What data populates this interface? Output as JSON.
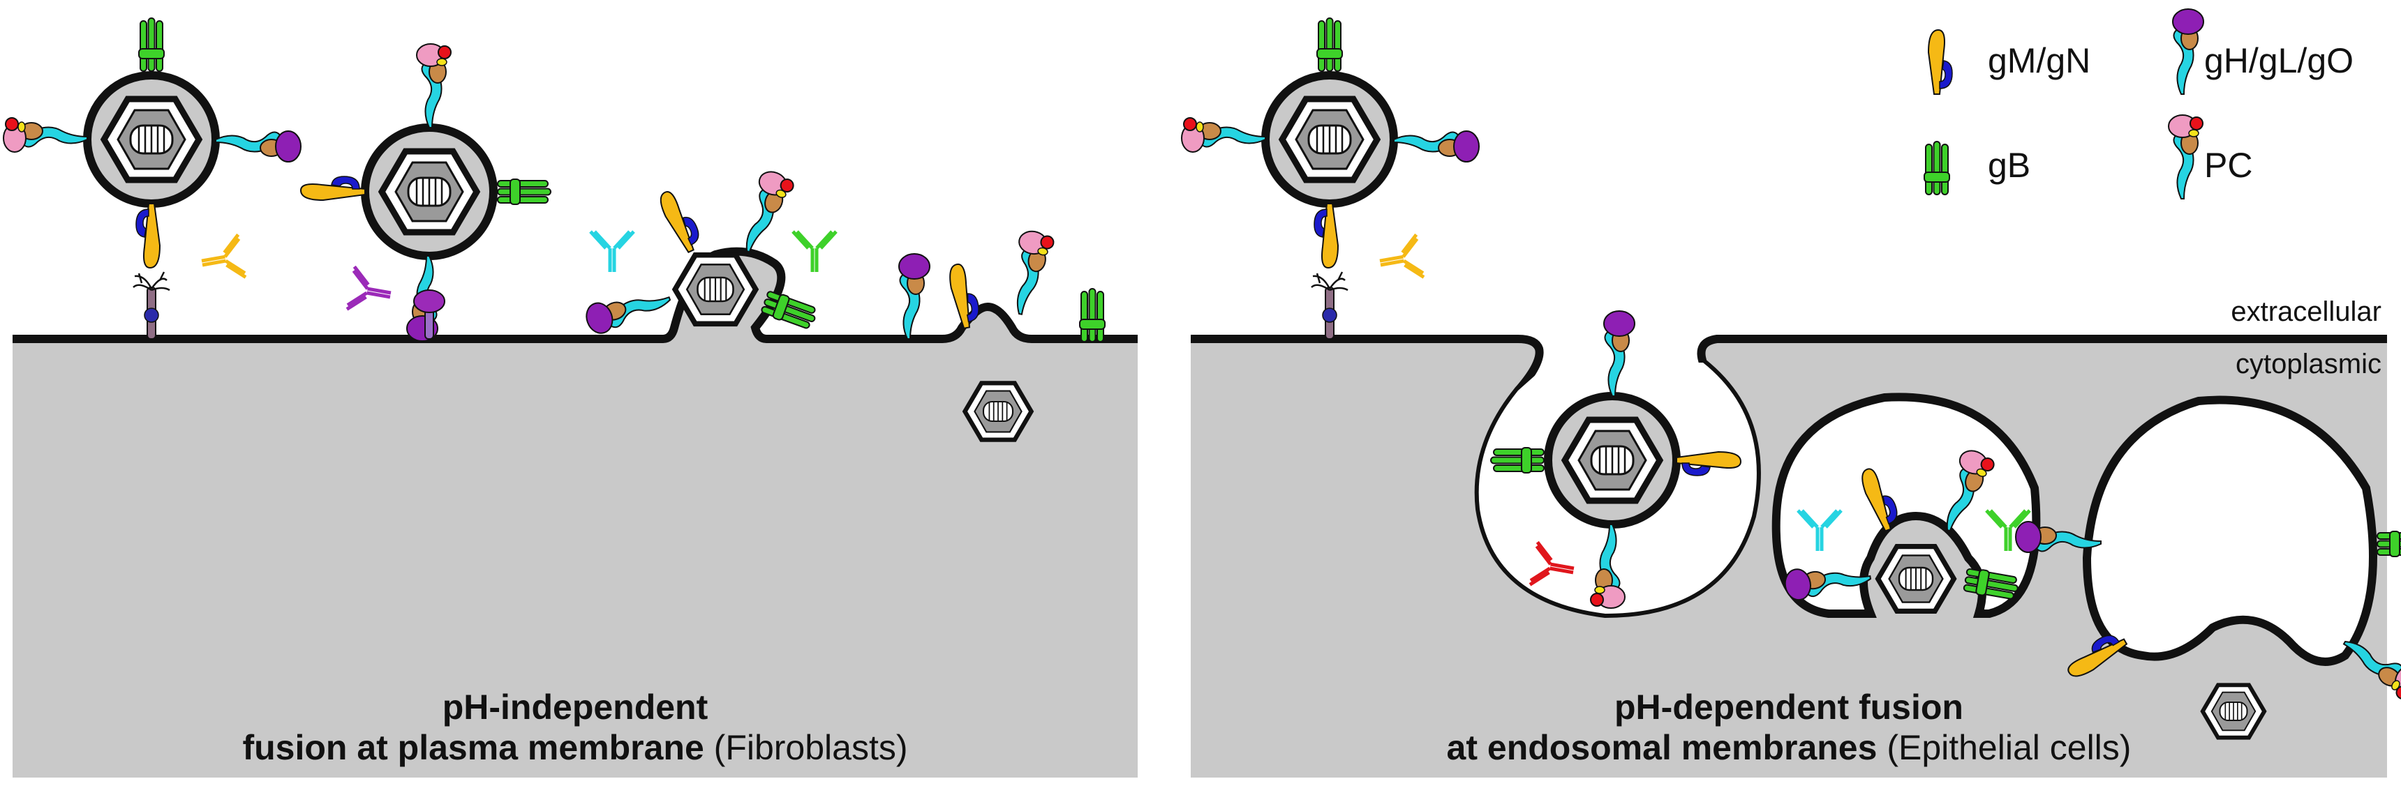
{
  "legend": {
    "gMgN": "gM/gN",
    "gHgLgO": "gH/gL/gO",
    "gB": "gB",
    "PC": "PC"
  },
  "regions": {
    "extracellular": "extracellular",
    "cytoplasmic": "cytoplasmic"
  },
  "panels": {
    "left": {
      "line1": "pH-independent",
      "line2_bold": "fusion at plasma membrane",
      "line2_normal": " (Fibroblasts)"
    },
    "right": {
      "line1": "pH-dependent fusion",
      "line2_bold": "at endosomal membranes",
      "line2_normal": " (Epithelial cells)"
    }
  },
  "colors": {
    "cytoplasm": "#c9c9c9",
    "gMgN_yellow": "#f5b915",
    "gMgN_blue": "#1a1acc",
    "gB_green": "#3ed12a",
    "gH_cyan": "#26d4e2",
    "gL_brown": "#c98a48",
    "gO_purple": "#8e1fb4",
    "PC_pink": "#ef9bc2",
    "PC_red": "#e8121b",
    "antibody_purple": "#9b2ab8",
    "antibody_red": "#e0161c"
  }
}
